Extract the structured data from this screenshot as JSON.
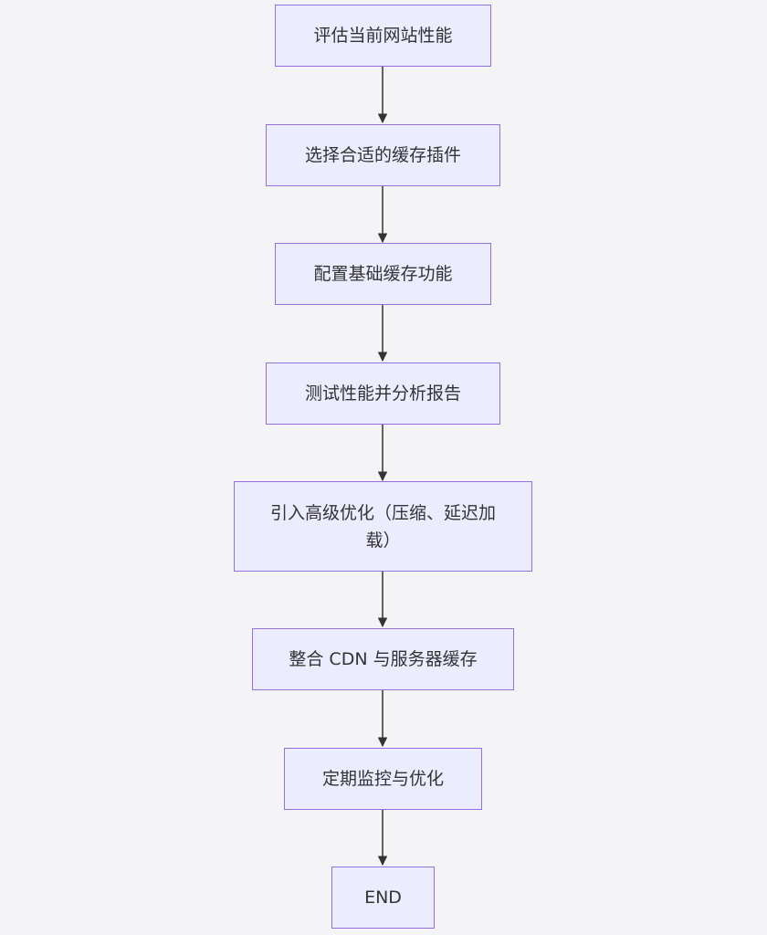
{
  "diagram": {
    "type": "flowchart",
    "direction": "top-to-bottom",
    "colors": {
      "background": "#f4f4f6",
      "node_fill": "#ececff",
      "node_border": "#9370db",
      "text": "#333333",
      "edge": "#333333"
    },
    "nodes": [
      {
        "id": "n1",
        "label": "评估当前网站性能"
      },
      {
        "id": "n2",
        "label": "选择合适的缓存插件"
      },
      {
        "id": "n3",
        "label": "配置基础缓存功能"
      },
      {
        "id": "n4",
        "label": "测试性能并分析报告"
      },
      {
        "id": "n5",
        "label": "引入高级优化（压缩、延迟加载）"
      },
      {
        "id": "n6",
        "label": "整合 CDN 与服务器缓存"
      },
      {
        "id": "n7",
        "label": "定期监控与优化"
      },
      {
        "id": "n8",
        "label": "END"
      }
    ],
    "edges": [
      {
        "from": "n1",
        "to": "n2"
      },
      {
        "from": "n2",
        "to": "n3"
      },
      {
        "from": "n3",
        "to": "n4"
      },
      {
        "from": "n4",
        "to": "n5"
      },
      {
        "from": "n5",
        "to": "n6"
      },
      {
        "from": "n6",
        "to": "n7"
      },
      {
        "from": "n7",
        "to": "n8"
      }
    ]
  }
}
